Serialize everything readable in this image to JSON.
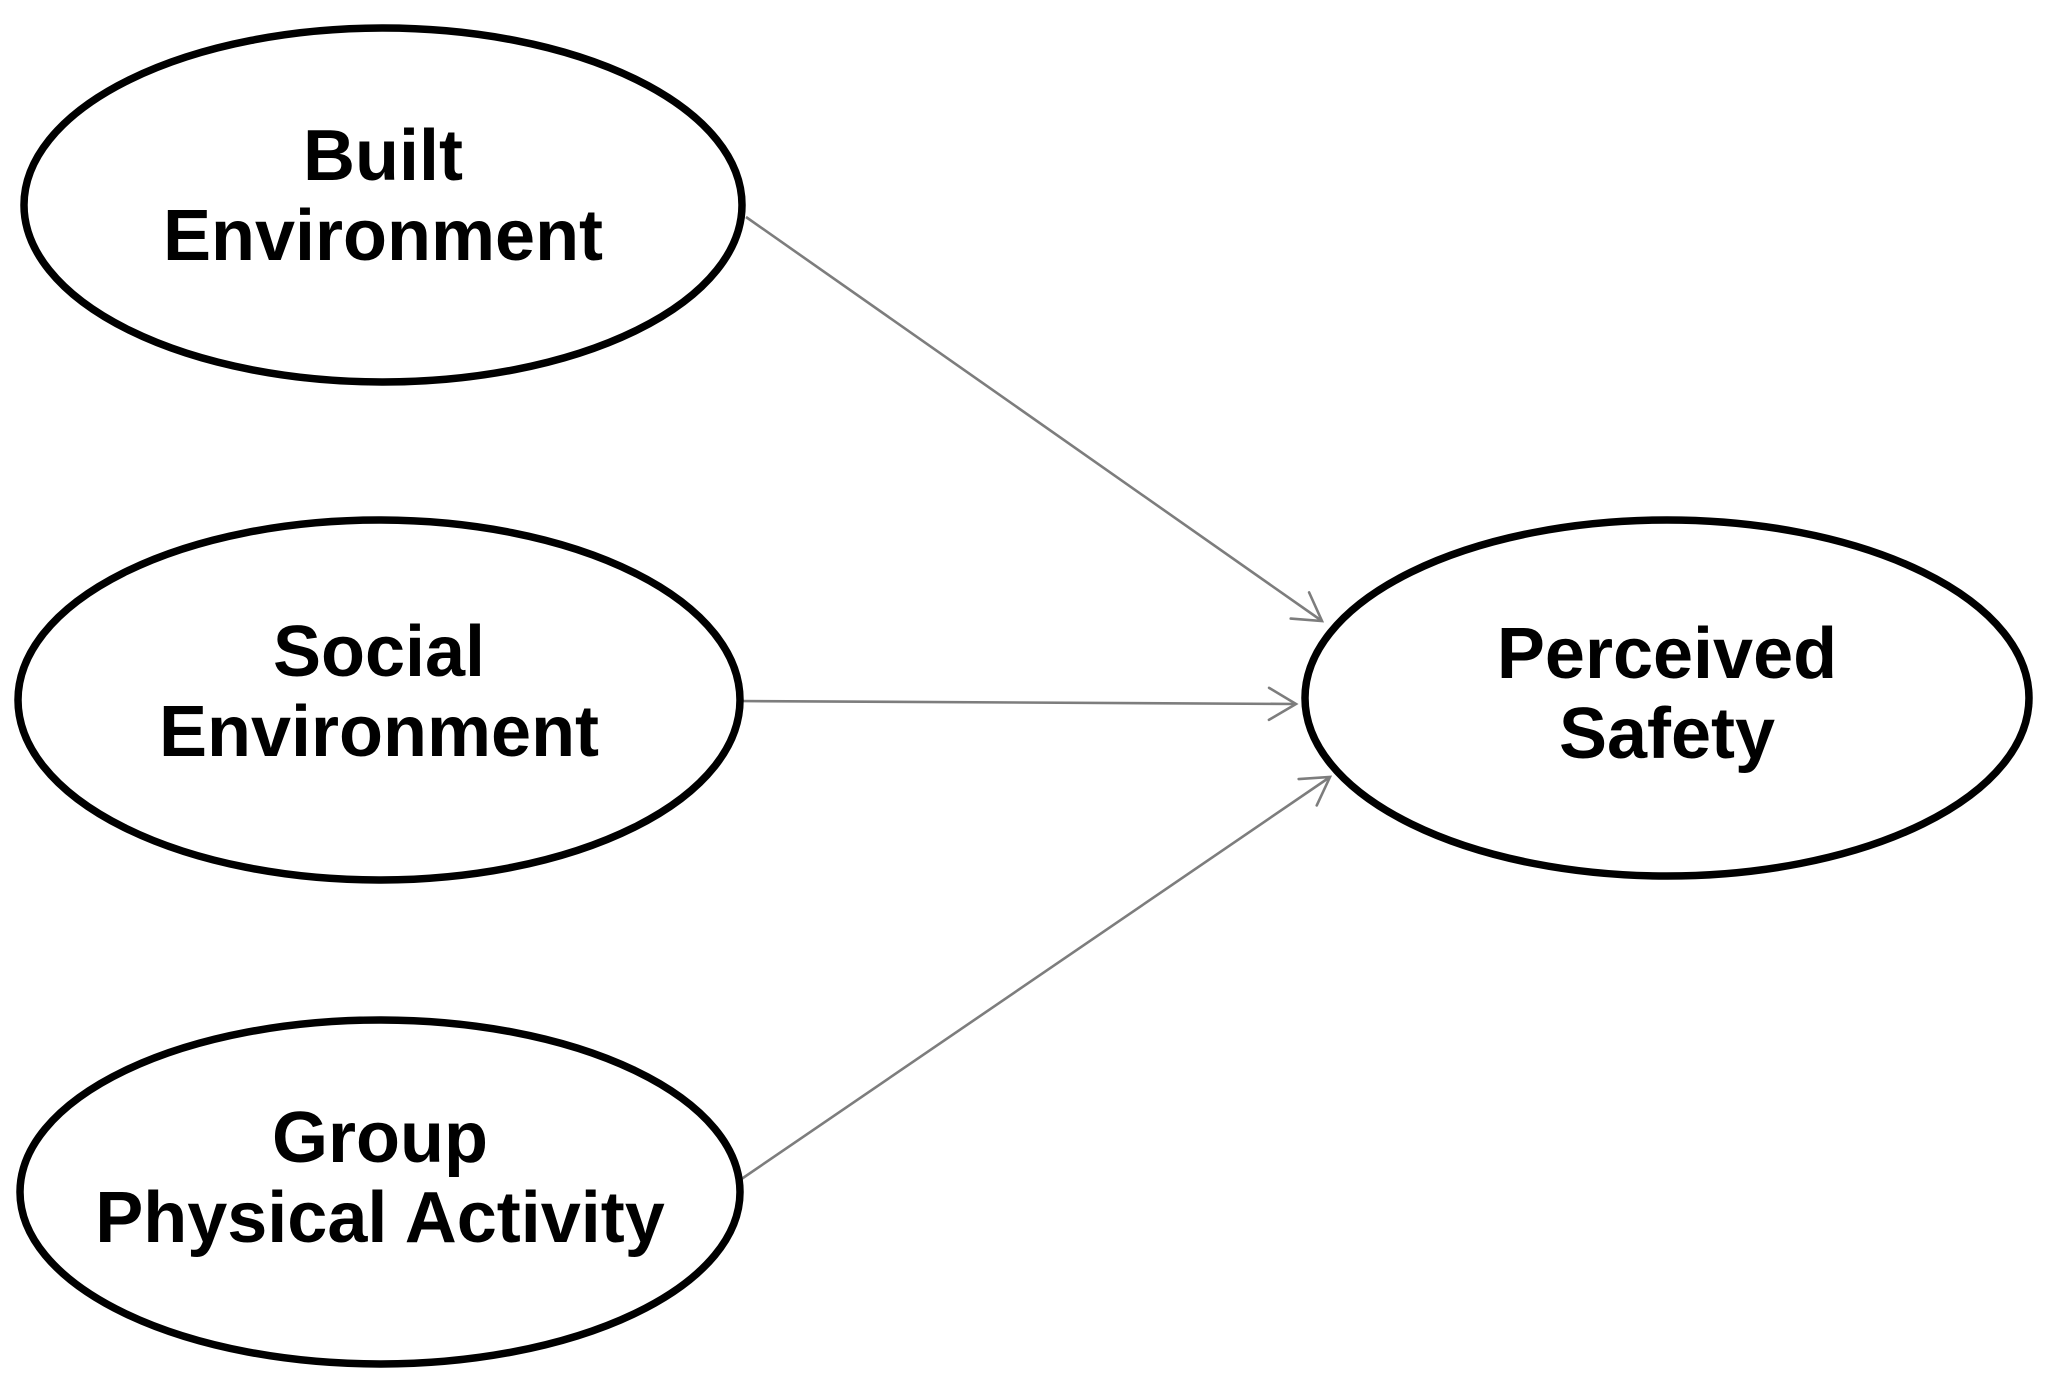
{
  "diagram": {
    "type": "path-model",
    "nodes": [
      {
        "id": "built-environment",
        "line1": "Built",
        "line2": "Environment"
      },
      {
        "id": "social-environment",
        "line1": "Social",
        "line2": "Environment"
      },
      {
        "id": "group-physical-activity",
        "line1": "Group",
        "line2": "Physical Activity"
      },
      {
        "id": "perceived-safety",
        "line1": "Perceived",
        "line2": "Safety"
      }
    ],
    "edges": [
      {
        "from": "Built Environment",
        "to": "Perceived Safety"
      },
      {
        "from": "Social Environment",
        "to": "Perceived Safety"
      },
      {
        "from": "Group Physical Activity",
        "to": "Perceived Safety"
      }
    ],
    "style": {
      "background": "#ffffff",
      "node_fill": "#ffffff",
      "node_border_color": "#000000",
      "label_color": "#000000",
      "arrow_color": "#7d7d7d"
    }
  }
}
